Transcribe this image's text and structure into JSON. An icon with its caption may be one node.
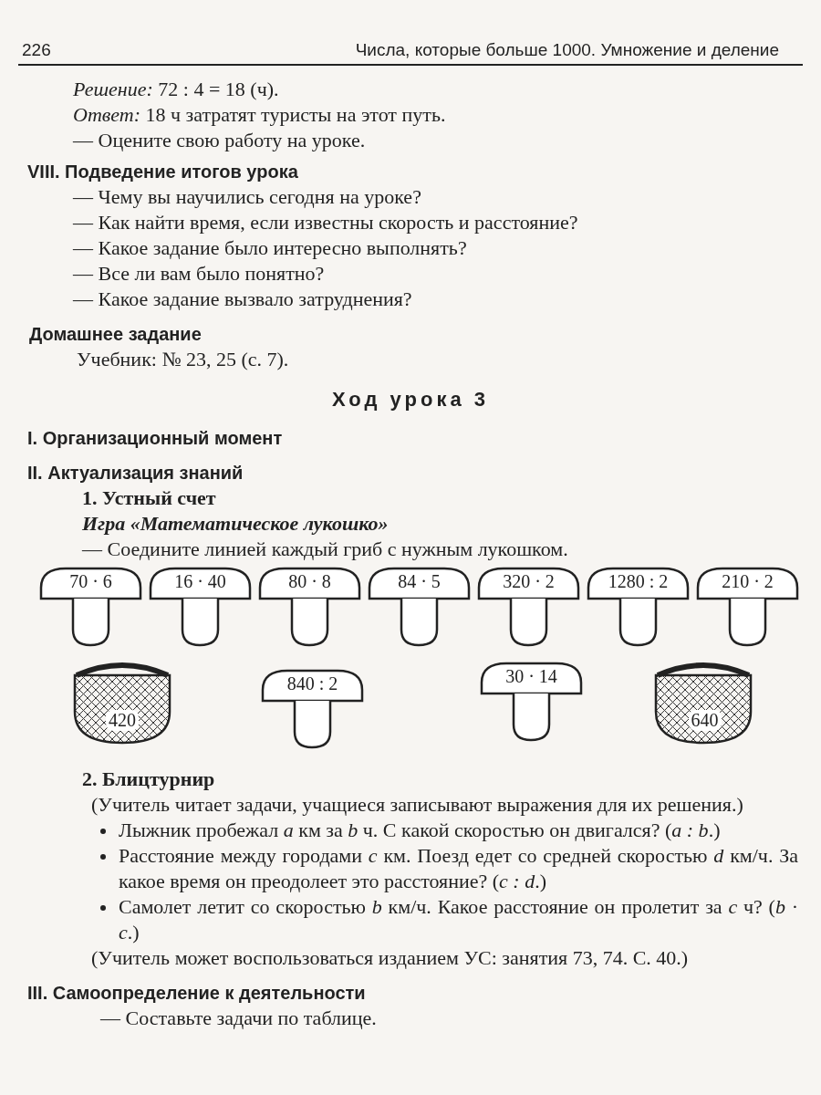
{
  "diagram": {
    "nodes": [
      {
        "text": [
          "70 · 6"
        ]
      },
      {
        "text": [
          "16 · 40"
        ]
      },
      {
        "text": [
          "80 · 8"
        ]
      },
      {
        "text": [
          "84 · 5"
        ]
      },
      {
        "text": [
          "320 · 2"
        ]
      },
      {
        "text": [
          "1280 : 2"
        ]
      },
      {
        "text": [
          "210 · 2"
        ]
      },
      {
        "text": [
          "420"
        ]
      },
      {
        "text": [
          "840 : 2"
        ]
      },
      {
        "text": [
          "30 · 14"
        ]
      },
      {
        "text": [
          "640"
        ]
      }
    ],
    "edges": [],
    "labels": [
      "226",
      "Числа, которые больше 1000. Умножение и деление",
      "*Решение:* 72 : 4 = 18 (ч).",
      "*Ответ:* 18 ч затратят туристы на этот путь.",
      "— Оцените свою работу на уроке.",
      "VIII. Подведение итогов урока",
      "— Чему вы научились сегодня на уроке?",
      "— Как найти время, если известны скорость и расстояние?",
      "— Какое задание было интересно выполнять?",
      "— Все ли вам было понятно?",
      "— Какое задание вызвало затруднения?",
      "Домашнее задание",
      "Учебник: № 23, 25 (с. 7).",
      "Ход урока 3",
      "I. Организационный момент",
      "II. Актуализация знаний",
      "1. Устный счет",
      "Игра «Математическое лукошко»",
      "— Соедините линией каждый гриб с нужным лукошком.",
      "2. Блицтурнир",
      "(Учитель читает задачи, учащиеся записывают выражения для их решения.)",
      "Лыжник пробежал *a* км за *b* ч. С какой скоростью он двигался? (*a : b*.)",
      "Расстояние между городами *c* км. Поезд едет со средней скоростью *d* км/ч. За какое время он преодолеет это расстояние? (*c : d*.)",
      "Самолет летит со скоростью *b* км/ч. Какое расстояние он пролетит за *c* ч? (*b* · *c*.)",
      "(Учитель может воспользоваться изданием УС: занятия 73, 74. С. 40.)",
      "III. Самоопределение к деятельности",
      "— Составьте задачи по таблице."
    ]
  }
}
